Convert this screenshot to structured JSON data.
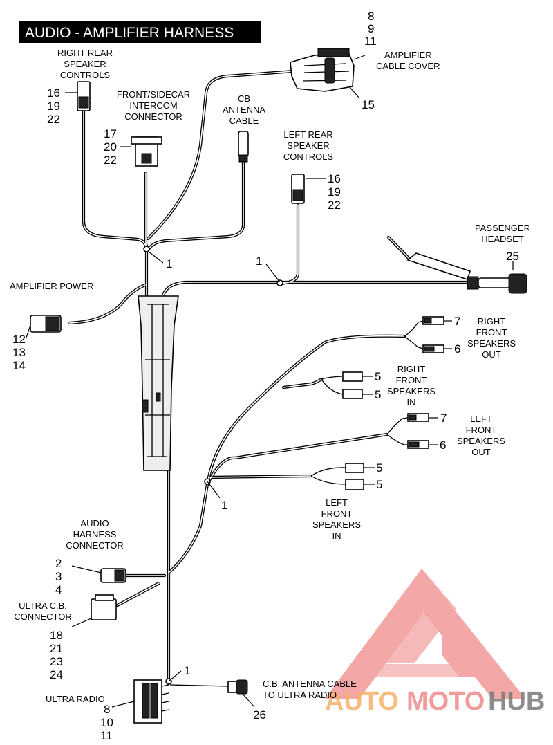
{
  "title": "AUDIO - AMPLIFIER HARNESS",
  "labels": {
    "right_rear_speaker_controls": [
      "RIGHT REAR",
      "SPEAKER",
      "CONTROLS"
    ],
    "front_sidecar_intercom": [
      "FRONT/SIDECAR",
      "INTERCOM",
      "CONNECTOR"
    ],
    "cb_antenna_cable": [
      "CB",
      "ANTENNA",
      "CABLE"
    ],
    "amplifier_cable_cover": [
      "AMPLIFIER",
      "CABLE COVER"
    ],
    "left_rear_speaker_controls": [
      "LEFT REAR",
      "SPEAKER",
      "CONTROLS"
    ],
    "passenger_headset": [
      "PASSENGER",
      "HEADSET"
    ],
    "amplifier_power": "AMPLIFIER POWER",
    "right_front_speakers_out": [
      "RIGHT",
      "FRONT",
      "SPEAKERS",
      "OUT"
    ],
    "right_front_speakers_in": [
      "RIGHT",
      "FRONT",
      "SPEAKERS",
      "IN"
    ],
    "left_front_speakers_out": [
      "LEFT",
      "FRONT",
      "SPEAKERS",
      "OUT"
    ],
    "left_front_speakers_in": [
      "LEFT",
      "FRONT",
      "SPEAKERS",
      "IN"
    ],
    "audio_harness_connector": [
      "AUDIO",
      "HARNESS",
      "CONNECTOR"
    ],
    "ultra_cb_connector": [
      "ULTRA C.B.",
      "CONNECTOR"
    ],
    "cb_antenna_to_ultra_radio": [
      "C.B. ANTENNA CABLE",
      "TO ULTRA RADIO"
    ],
    "ultra_radio": "ULTRA RADIO"
  },
  "callouts": {
    "amp_cover_parts": [
      "8",
      "9",
      "11"
    ],
    "amp_cover_screw": "15",
    "right_rear_parts": [
      "16",
      "19",
      "22"
    ],
    "intercom_parts": [
      "17",
      "20",
      "22"
    ],
    "left_rear_parts": [
      "16",
      "19",
      "22"
    ],
    "clip_upper_left": "1",
    "clip_center": "1",
    "clip_front": "1",
    "clip_radio": "1",
    "headset_part": "25",
    "amp_power_parts": [
      "12",
      "13",
      "14"
    ],
    "rf_out_upper": "7",
    "rf_out_lower": "6",
    "rf_in_upper": "5",
    "rf_in_lower": "5",
    "lf_out_upper": "7",
    "lf_out_lower": "6",
    "lf_in_upper": "5",
    "lf_in_lower": "5",
    "audio_harness_parts": [
      "2",
      "3",
      "4"
    ],
    "ultra_cb_parts": [
      "18",
      "21",
      "23",
      "24"
    ],
    "ultra_radio_parts": [
      "8",
      "10",
      "11"
    ],
    "antenna_cable_part": "26"
  },
  "watermark": {
    "text_a": "AUTO",
    "text_b": "MOTO",
    "text_c": "HUB",
    "color_orange": "#f6b26b",
    "color_red": "#f08a8a",
    "color_gray": "#7a7a7a"
  }
}
